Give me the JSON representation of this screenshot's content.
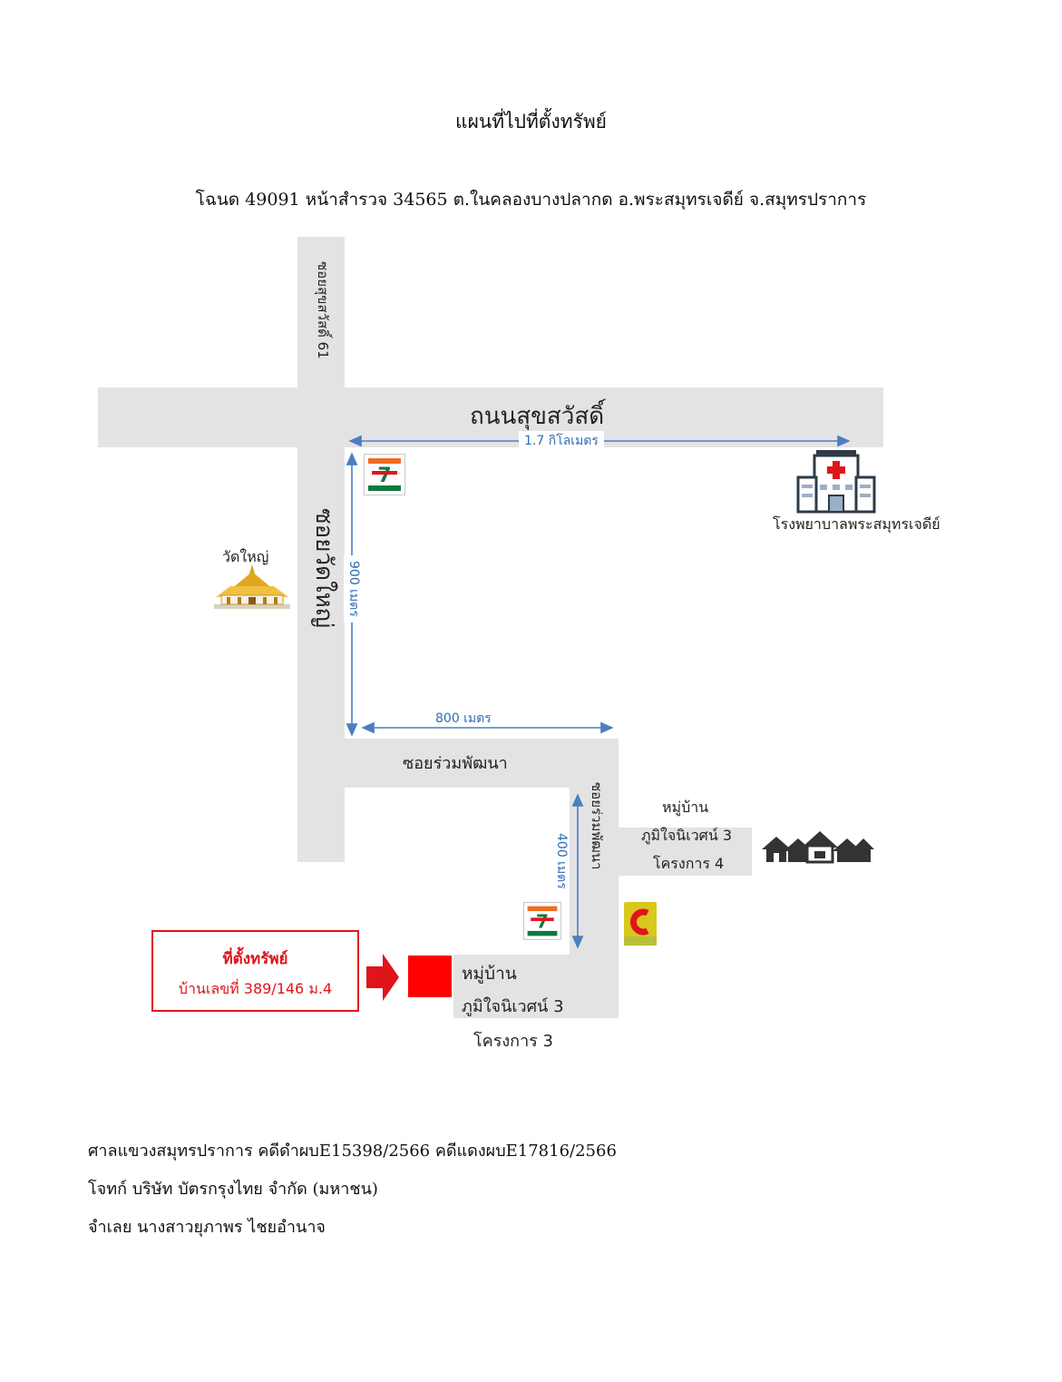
{
  "header": {
    "title": "แผนที่ไปที่ตั้งทรัพย์",
    "deed_line": "โฉนด 49091 หน้าสำรวจ 34565  ต.ในคลองบางปลากด อ.พระสมุทรเจดีย์ จ.สมุทรปราการ"
  },
  "map": {
    "roads": {
      "main_road": "ถนนสุขสวัสดิ์",
      "soi_top": "ซอยสุขสวัสดิ์ 61",
      "soi_main": "ซอยวัดใหญ่",
      "soi_cross": "ซอยร่วมพัฒนา",
      "soi_right": "ซอยร่วมพัฒนา"
    },
    "distances": {
      "main_road": "1.7 กิโลเมตร",
      "soi_main": "900 เมตร",
      "soi_cross": "800 เมตร",
      "soi_right": "400 เมตร"
    },
    "landmarks": {
      "temple": "วัดใหญ่",
      "hospital": "โรงพยาบาลพระสมุทรเจดีย์",
      "village4_line1": "หมู่บ้าน",
      "village4_line2": "ภูมิใจนิเวศน์ 3",
      "village4_line3": "โครงการ 4",
      "village3_line1": "หมู่บ้าน",
      "village3_line2": "ภูมิใจนิเวศน์ 3",
      "village3_line3": "โครงการ 3"
    },
    "property": {
      "label": "ที่ตั้งทรัพย์",
      "address": "บ้านเลขที่ 389/146 ม.4"
    },
    "icons": {
      "store": "seven-eleven-icon",
      "hospital": "hospital-icon",
      "temple": "temple-icon",
      "houses": "houses-icon",
      "shop": "shop-icon",
      "arrow": "arrow-right-icon"
    },
    "colors": {
      "road": "#e3e3e3",
      "distance_line": "#4a7fc1",
      "property_red": "#e0141b"
    }
  },
  "footer": {
    "court_line": "ศาลแขวงสมุทรปราการ คดีดำผบE15398/2566 คดีแดงผบE17816/2566",
    "plaintiff_line": "โจทก์ บริษัท บัตรกรุงไทย จำกัด (มหาชน)",
    "defendant_line": "จำเลย นางสาวยุภาพร ไชยอำนาจ"
  }
}
